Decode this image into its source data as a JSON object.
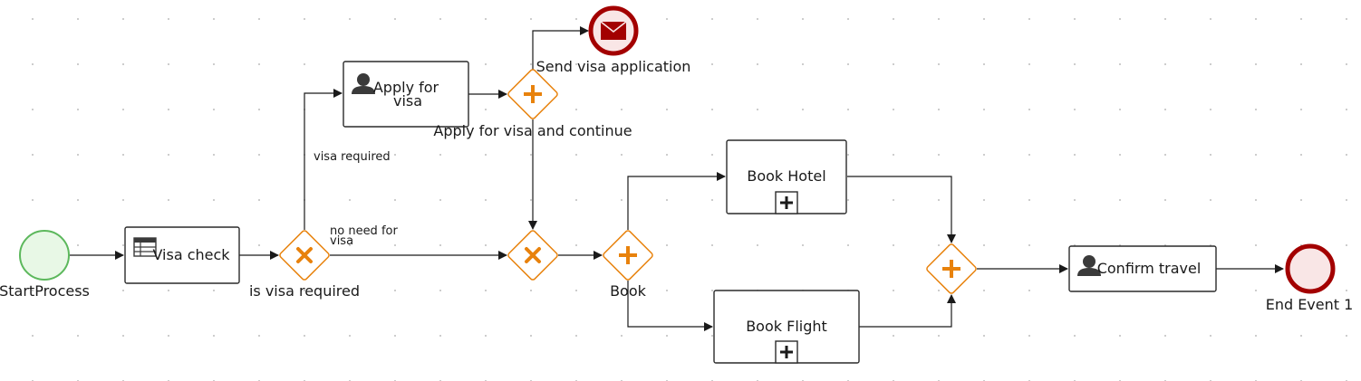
{
  "diagram": {
    "start_event": {
      "label": "StartProcess"
    },
    "end_event": {
      "label": "End Event 1"
    },
    "send_event": {
      "label": "Send visa application"
    },
    "tasks": {
      "visa_check": {
        "label": "Visa check",
        "icon": "business-rule-icon"
      },
      "apply_visa": {
        "line1": "Apply for",
        "line2": "visa",
        "icon": "user-icon"
      },
      "book_hotel": {
        "label": "Book Hotel",
        "marker": "subprocess-plus-icon"
      },
      "book_flight": {
        "label": "Book Flight",
        "marker": "subprocess-plus-icon"
      },
      "confirm_travel": {
        "label": "Confirm travel",
        "icon": "user-icon"
      }
    },
    "gateways": {
      "is_visa_required": {
        "label": "is visa required",
        "type": "exclusive"
      },
      "apply_continue": {
        "label": "Apply for visa and continue",
        "type": "parallel"
      },
      "merge": {
        "label": "",
        "type": "exclusive"
      },
      "book": {
        "label": "Book",
        "type": "parallel"
      },
      "join": {
        "label": "",
        "type": "parallel"
      }
    },
    "flows": {
      "visa_required": "visa required",
      "no_need_line1": "no need for",
      "no_need_line2": "visa"
    },
    "colors": {
      "gateway": "#e8820c",
      "start_fill": "#e8f8e6",
      "start_stroke": "#5cb85c",
      "end_fill": "#f9e6e6",
      "end_stroke": "#a30000",
      "message_fill": "#a30000"
    }
  }
}
